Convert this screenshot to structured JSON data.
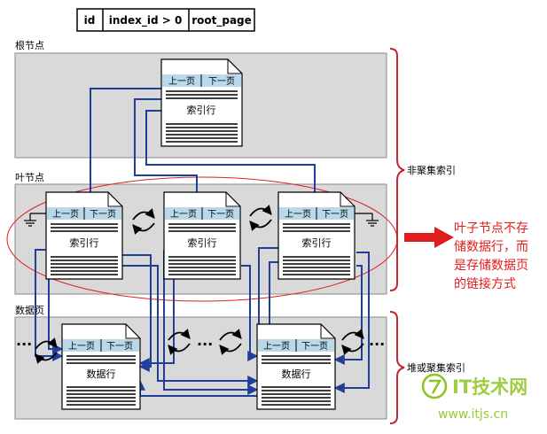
{
  "header_table": {
    "cells": [
      "id",
      "index_id > 0",
      "root_page"
    ]
  },
  "sections": {
    "root_label": "根节点",
    "leaf_label": "叶节点",
    "data_label": "数据页"
  },
  "brackets": {
    "nonclustered_label": "非聚集索引",
    "heap_label": "堆或聚集索引"
  },
  "page": {
    "prev_label": "上一页",
    "next_label": "下一页",
    "index_row_label": "索引行",
    "data_row_label": "数据行"
  },
  "ellipsis": "...",
  "annotation": {
    "lines": [
      "叶子节点不存",
      "储数据行，而",
      "是存储数据页",
      "的链接方式"
    ]
  },
  "watermark": {
    "logo": "IT技术网",
    "url": "www.itjs.cn"
  },
  "colors": {
    "band_fill": "#d9d9d9",
    "header_fill": "#b9d9ea",
    "arrow_blue": "#1f3f99",
    "annotation_red": "#e21c1c",
    "bracket_red": "#c0282d",
    "watermark_green": "#8fc31f"
  }
}
